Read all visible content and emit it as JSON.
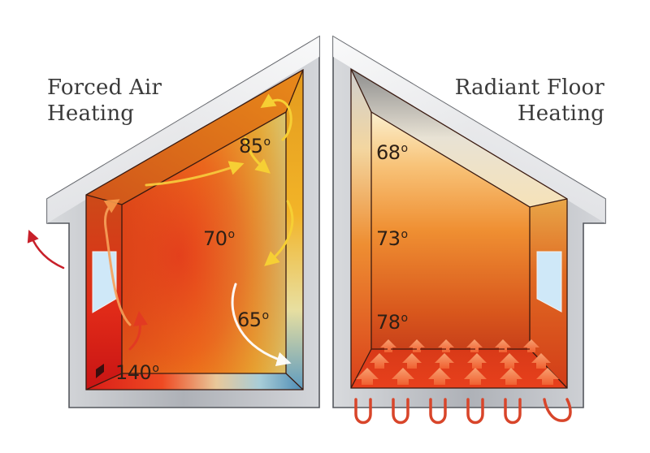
{
  "panels": {
    "left": {
      "title_line1": "Forced Air",
      "title_line2": "Heating",
      "temps": {
        "ceiling": "85",
        "middle": "70",
        "lower": "65",
        "register": "140"
      },
      "degree_symbol": "o"
    },
    "right": {
      "title_line1": "Radiant Floor",
      "title_line2": "Heating",
      "temps": {
        "ceiling": "68",
        "middle": "73",
        "floor": "78"
      },
      "degree_symbol": "o"
    }
  },
  "colors": {
    "wall_gray": "#b9bcc2",
    "wall_outline": "#55585e",
    "hot_red": "#e0261a",
    "orange": "#f07a1c",
    "yellow_arrow": "#f6d23a",
    "cool_blue": "#6fa8c8",
    "window_blue": "#cfe8f8",
    "pipe_red": "#d8452a"
  }
}
